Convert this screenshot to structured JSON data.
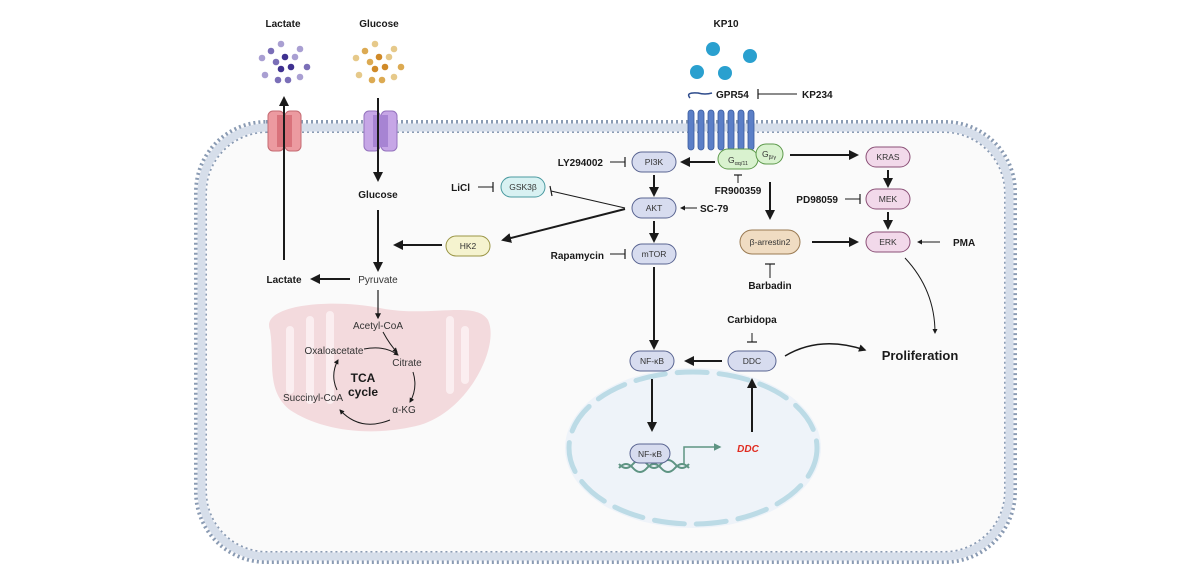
{
  "extracellular": {
    "lactate_label": "Lactate",
    "glucose_label": "Glucose",
    "ligand_label": "KP10",
    "receptor_label": "GPR54",
    "receptor_inhibitor": "KP234"
  },
  "gprotein": {
    "alpha_label": "G",
    "alpha_sub": "αq/11",
    "betagamma_label": "G",
    "betagamma_sub": "β/γ",
    "inhibitor": "FR900359"
  },
  "pi3k_axis": {
    "pi3k": "PI3K",
    "pi3k_inhibitor": "LY294002",
    "akt": "AKT",
    "akt_activator": "SC-79",
    "mtor": "mTOR",
    "mtor_inhibitor": "Rapamycin",
    "gsk3b": "GSK3β",
    "gsk3b_inhibitor": "LiCl",
    "hk2": "HK2"
  },
  "mapk_axis": {
    "kras": "KRAS",
    "mek": "MEK",
    "mek_inhibitor": "PD98059",
    "erk": "ERK",
    "erk_activator": "PMA",
    "arrestin": "β-arrestin2",
    "arrestin_inhibitor": "Barbadin"
  },
  "metabolism": {
    "glucose_in": "Glucose",
    "pyruvate": "Pyruvate",
    "lactate_out": "Lactate",
    "acetyl_coa": "Acetyl-CoA",
    "citrate": "Citrate",
    "akg": "α-KG",
    "succinyl_coa": "Succinyl-CoA",
    "oxaloacetate": "Oxaloacetate",
    "tca_line1": "TCA",
    "tca_line2": "cycle"
  },
  "nucleus": {
    "nfkb_cyto": "NF-κB",
    "nfkb_nuc": "NF-κB",
    "ddc_gene": "DDC",
    "ddc_protein": "DDC",
    "ddc_inhibitor": "Carbidopa"
  },
  "outcome": {
    "proliferation": "Proliferation"
  },
  "colors": {
    "membrane_head": "#8a9bb3",
    "cyto_node_fill": "#d7dcef",
    "cyto_node_stroke": "#5a6592",
    "mapk_fill": "#f2d9ea",
    "mapk_stroke": "#8a4f76",
    "gprotein_fill": "#d9f2cf",
    "gprotein_stroke": "#5e9a4c",
    "receptor": "#5b7fc7",
    "kp10": "#2aa0cf",
    "ddc_gene": "#e02b20",
    "dna": "#5e9483",
    "mito_fill": "#f3dadd",
    "nucleus_fill": "#eef3f9"
  }
}
